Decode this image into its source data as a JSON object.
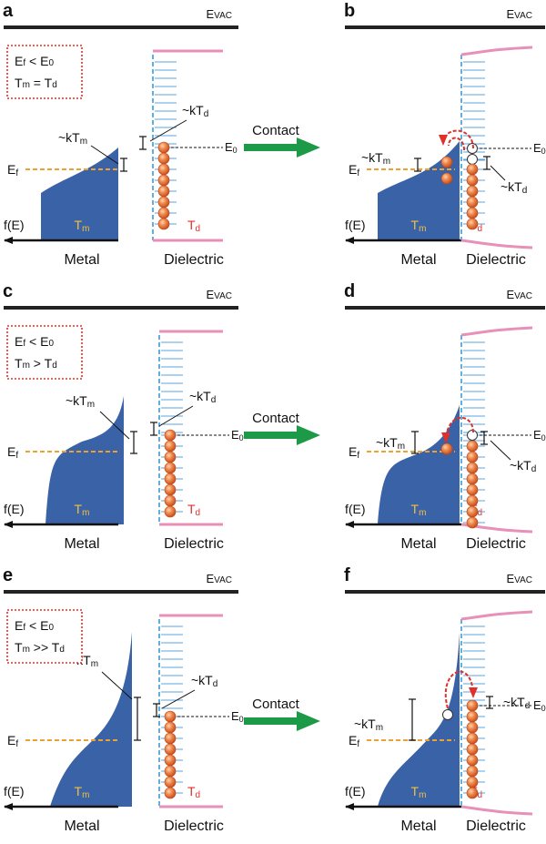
{
  "panels": [
    {
      "letter": "a",
      "evac": "EVAC",
      "box": [
        "Ef < E0",
        "Tm = Td"
      ],
      "labels": {
        "ktm": "~kTm",
        "ktd": "~kTd",
        "e0": "E0",
        "ef": "Ef",
        "fe": "f(E)",
        "tm": "Tm",
        "td": "Td",
        "metal": "Metal",
        "dielectric": "Dielectric"
      }
    },
    {
      "letter": "b",
      "evac": "EVAC",
      "labels": {
        "ktm": "~kTm",
        "ktd": "~kTd",
        "e0": "E0",
        "ef": "Ef",
        "fe": "f(E)",
        "tm": "Tm",
        "td": "Td",
        "metal": "Metal",
        "dielectric": "Dielectric"
      }
    },
    {
      "letter": "c",
      "evac": "EVAC",
      "box": [
        "Ef < E0",
        "Tm > Td"
      ],
      "labels": {
        "ktm": "~kTm",
        "ktd": "~kTd",
        "e0": "E0",
        "ef": "Ef",
        "fe": "f(E)",
        "tm": "Tm",
        "td": "Td",
        "metal": "Metal",
        "dielectric": "Dielectric"
      }
    },
    {
      "letter": "d",
      "evac": "EVAC",
      "labels": {
        "ktm": "~kTm",
        "ktd": "~kTd",
        "e0": "E0",
        "ef": "Ef",
        "fe": "f(E)",
        "tm": "Tm",
        "td": "Td",
        "metal": "Metal",
        "dielectric": "Dielectric"
      }
    },
    {
      "letter": "e",
      "evac": "EVAC",
      "box": [
        "Ef < E0",
        "Tm >> Td"
      ],
      "labels": {
        "ktm": "~kTm",
        "ktd": "~kTd",
        "e0": "E0",
        "ef": "Ef",
        "fe": "f(E)",
        "tm": "Tm",
        "td": "Td",
        "metal": "Metal",
        "dielectric": "Dielectric"
      }
    },
    {
      "letter": "f",
      "evac": "EVAC",
      "labels": {
        "ktm": "~kTm",
        "ktd": "~kTd",
        "e0": "E0",
        "ef": "Ef",
        "fe": "f(E)",
        "tm": "Tm",
        "td": "Td",
        "metal": "Metal",
        "dielectric": "Dielectric"
      }
    }
  ],
  "arrow_label": "Contact",
  "colors": {
    "metal_fill": "#3a62a7",
    "fermi_line": "#f0a030",
    "dielectric_dash": "#3a9ad9",
    "trap_line": "#5aa5e0",
    "conduction_band": "#e890b8",
    "electron": "#e8703a",
    "box_border": "#e0302a",
    "hop_arrow": "#e0302a",
    "contact_arrow": "#1c9a48",
    "tm_text": "#f2c040",
    "td_text": "#e0302a",
    "evac_bar": "#222222"
  }
}
